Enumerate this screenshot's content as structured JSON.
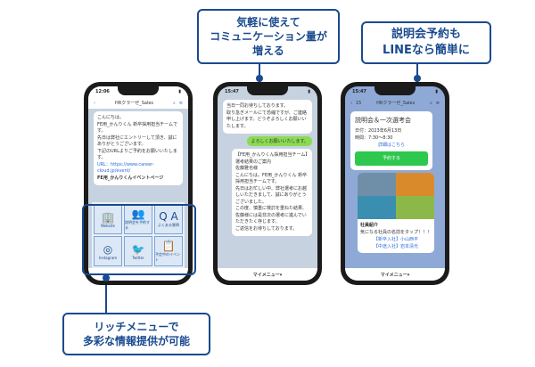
{
  "callouts": {
    "top_center": [
      "気軽に使えて",
      "コミュニケーション量が",
      "増える"
    ],
    "top_right": [
      "説明会予約も",
      "LINEなら簡単に"
    ],
    "bottom_left": [
      "リッチメニューで",
      "多彩な情報提供が可能"
    ]
  },
  "phone1": {
    "time": "12:06",
    "title": "HRクラーぜ_Sales",
    "messages": [
      "こんにちは。",
      "FE用_かんりくん 新卒採用担当チームです。",
      "先日は弊社にエントリーして頂き、誠にありがとうございます。",
      "下記のURLよりご予約をお願いいたします。",
      "URL：https://www.career-cloud.jp/event/",
      "FE用_かんりくんイベントページ"
    ],
    "rich_menu": [
      {
        "label": "Website",
        "icon": "building-icon",
        "glyph": "🏢"
      },
      {
        "label": "説明会を予約する",
        "icon": "presentation-icon",
        "glyph": "👥"
      },
      {
        "label": "よくある質問",
        "icon": "qa-icon",
        "glyph": "Q A"
      },
      {
        "label": "Instagram",
        "icon": "instagram-icon",
        "glyph": "◎"
      },
      {
        "label": "Twitter",
        "icon": "twitter-icon",
        "glyph": "🐦"
      },
      {
        "label": "予定中のイベント",
        "icon": "clipboard-icon",
        "glyph": "📋"
      }
    ]
  },
  "phone2": {
    "time": "15:47",
    "messages": [
      "当日一同お待ちしております。",
      "取り急ぎメールにて恐縮ですが、ご連絡申し上げます。どうぞよろしくお願いいたします。"
    ],
    "reply": "よろしくお願いいたします。",
    "long_message": [
      "【FE用_かんりくん採用担当チーム】選考結果のご案内",
      "佐藤雅也様",
      "こんにちは。FE用_かんりくん 新卒採用担当チームです。",
      "先日はお忙しい中、弊社選考にお越しいただきまして、誠にありがとうございました。",
      "この度、慎重に検討を重ねた結果、佐藤様には是非次の選考に進んでいただきたく存じます。",
      "ご返信をお待ちしております。"
    ],
    "menu": "マイメニュー▾"
  },
  "phone3": {
    "time": "15:47",
    "back": "15",
    "title": "HRクラーぜ_Sales",
    "event": {
      "title": "説明会＆一次選考会",
      "date": "日付：2023年6月13日",
      "time": "時間：7:30〜8:30",
      "link": "詳細はこちら",
      "button": "予約する"
    },
    "intro": {
      "title": "社員紹介",
      "text": "気になる社員の名前をタップ！！！",
      "links": [
        "【新卒入社】小山西平",
        "【中途入社】岩本清光"
      ]
    },
    "menu": "マイメニュー▾"
  }
}
